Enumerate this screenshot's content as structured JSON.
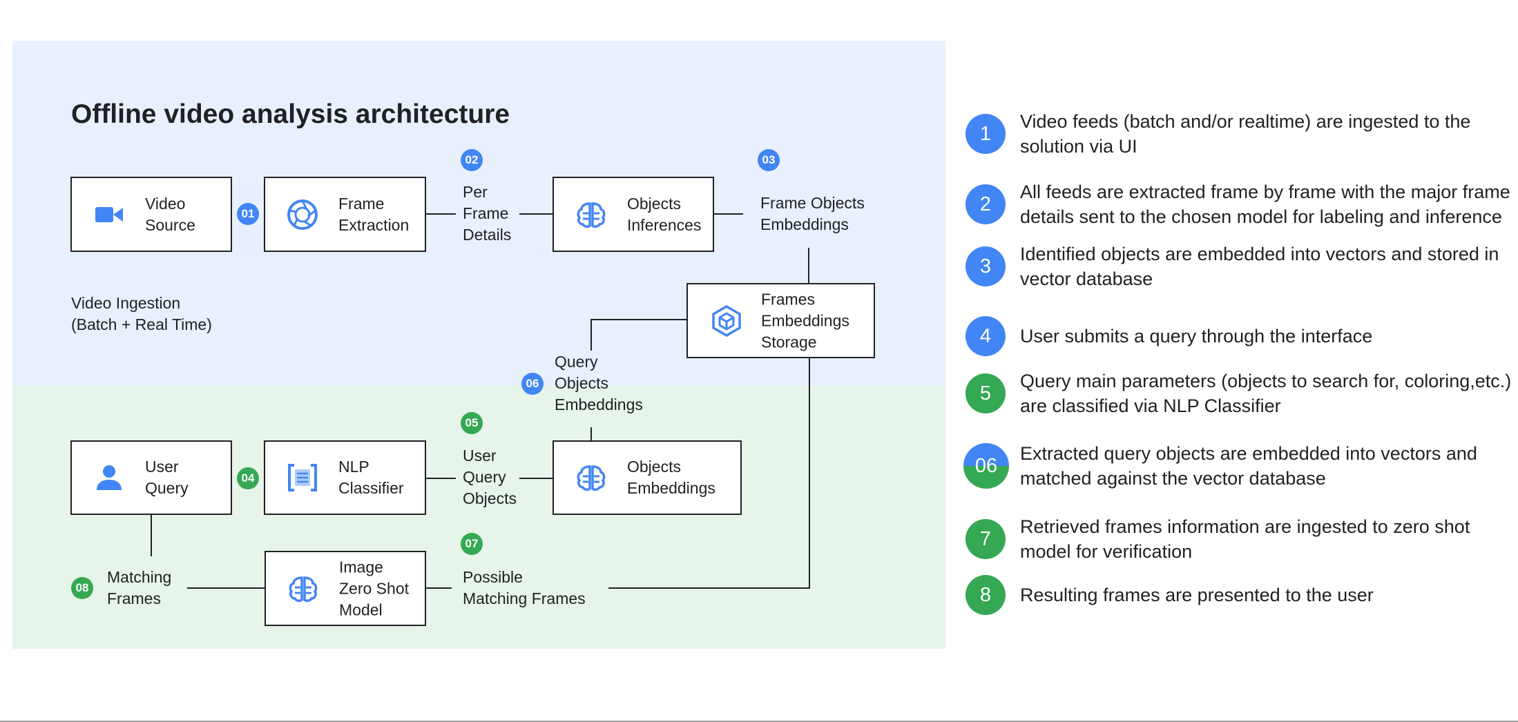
{
  "diagram": {
    "title": "Offline video analysis architecture",
    "nodes": {
      "video_source": [
        "Video",
        "Source"
      ],
      "frame_extraction": [
        "Frame",
        "Extraction"
      ],
      "objects_inferences": [
        "Objects",
        "Inferences"
      ],
      "frames_storage": [
        "Frames",
        "Embeddings",
        "Storage"
      ],
      "user_query": [
        "User",
        "Query"
      ],
      "nlp_classifier": [
        "NLP",
        "Classifier"
      ],
      "objects_embeddings": [
        "Objects",
        "Embeddings"
      ],
      "zero_shot_model": [
        "Image",
        "Zero Shot",
        "Model"
      ]
    },
    "labels": {
      "per_frame_details": [
        "Per",
        "Frame",
        "Details"
      ],
      "frame_objects_embeddings": [
        "Frame Objects",
        "Embeddings"
      ],
      "video_ingestion": [
        "Video Ingestion",
        "(Batch + Real Time)"
      ],
      "query_objects_embeddings": [
        "Query",
        "Objects",
        "Embeddings"
      ],
      "user_query_objects": [
        "User",
        "Query",
        "Objects"
      ],
      "possible_matching_frames": [
        "Possible",
        "Matching Frames"
      ],
      "matching_frames": [
        "Matching",
        "Frames"
      ]
    },
    "badges": {
      "b01": "01",
      "b02": "02",
      "b03": "03",
      "b04": "04",
      "b05": "05",
      "b06": "06",
      "b07": "07",
      "b08": "08"
    },
    "icons": {
      "video_source": "video-camera-icon",
      "frame_extraction": "shutter-icon",
      "objects_inferences": "brain-icon",
      "frames_storage": "cube-icon",
      "user_query": "person-icon",
      "nlp_classifier": "document-brackets-icon",
      "objects_embeddings": "brain-icon",
      "zero_shot_model": "brain-icon"
    },
    "colors": {
      "blue_region": "#e8f0fe",
      "green_region": "#e6f4ea",
      "blue_accent": "#4285f4",
      "green_accent": "#34a853",
      "line": "#202124"
    }
  },
  "legend": [
    {
      "num": "1",
      "text": "Video feeds (batch and/or realtime) are ingested to the solution via UI",
      "color": "blue"
    },
    {
      "num": "2",
      "text": "All feeds are extracted frame by frame with the major frame details sent to the chosen model for labeling and inference",
      "color": "blue"
    },
    {
      "num": "3",
      "text": "Identified objects are embedded into vectors and stored in vector database",
      "color": "blue"
    },
    {
      "num": "4",
      "text": "User submits a query through the interface",
      "color": "blue"
    },
    {
      "num": "5",
      "text": "Query main parameters (objects to search for, coloring,etc.) are classified via NLP Classifier",
      "color": "green"
    },
    {
      "num": "06",
      "text": "Extracted query objects are embedded into vectors and matched against the vector database",
      "color": "split"
    },
    {
      "num": "7",
      "text": "Retrieved frames information are ingested to zero shot model for verification",
      "color": "green"
    },
    {
      "num": "8",
      "text": "Resulting frames are presented to the user",
      "color": "green"
    }
  ]
}
